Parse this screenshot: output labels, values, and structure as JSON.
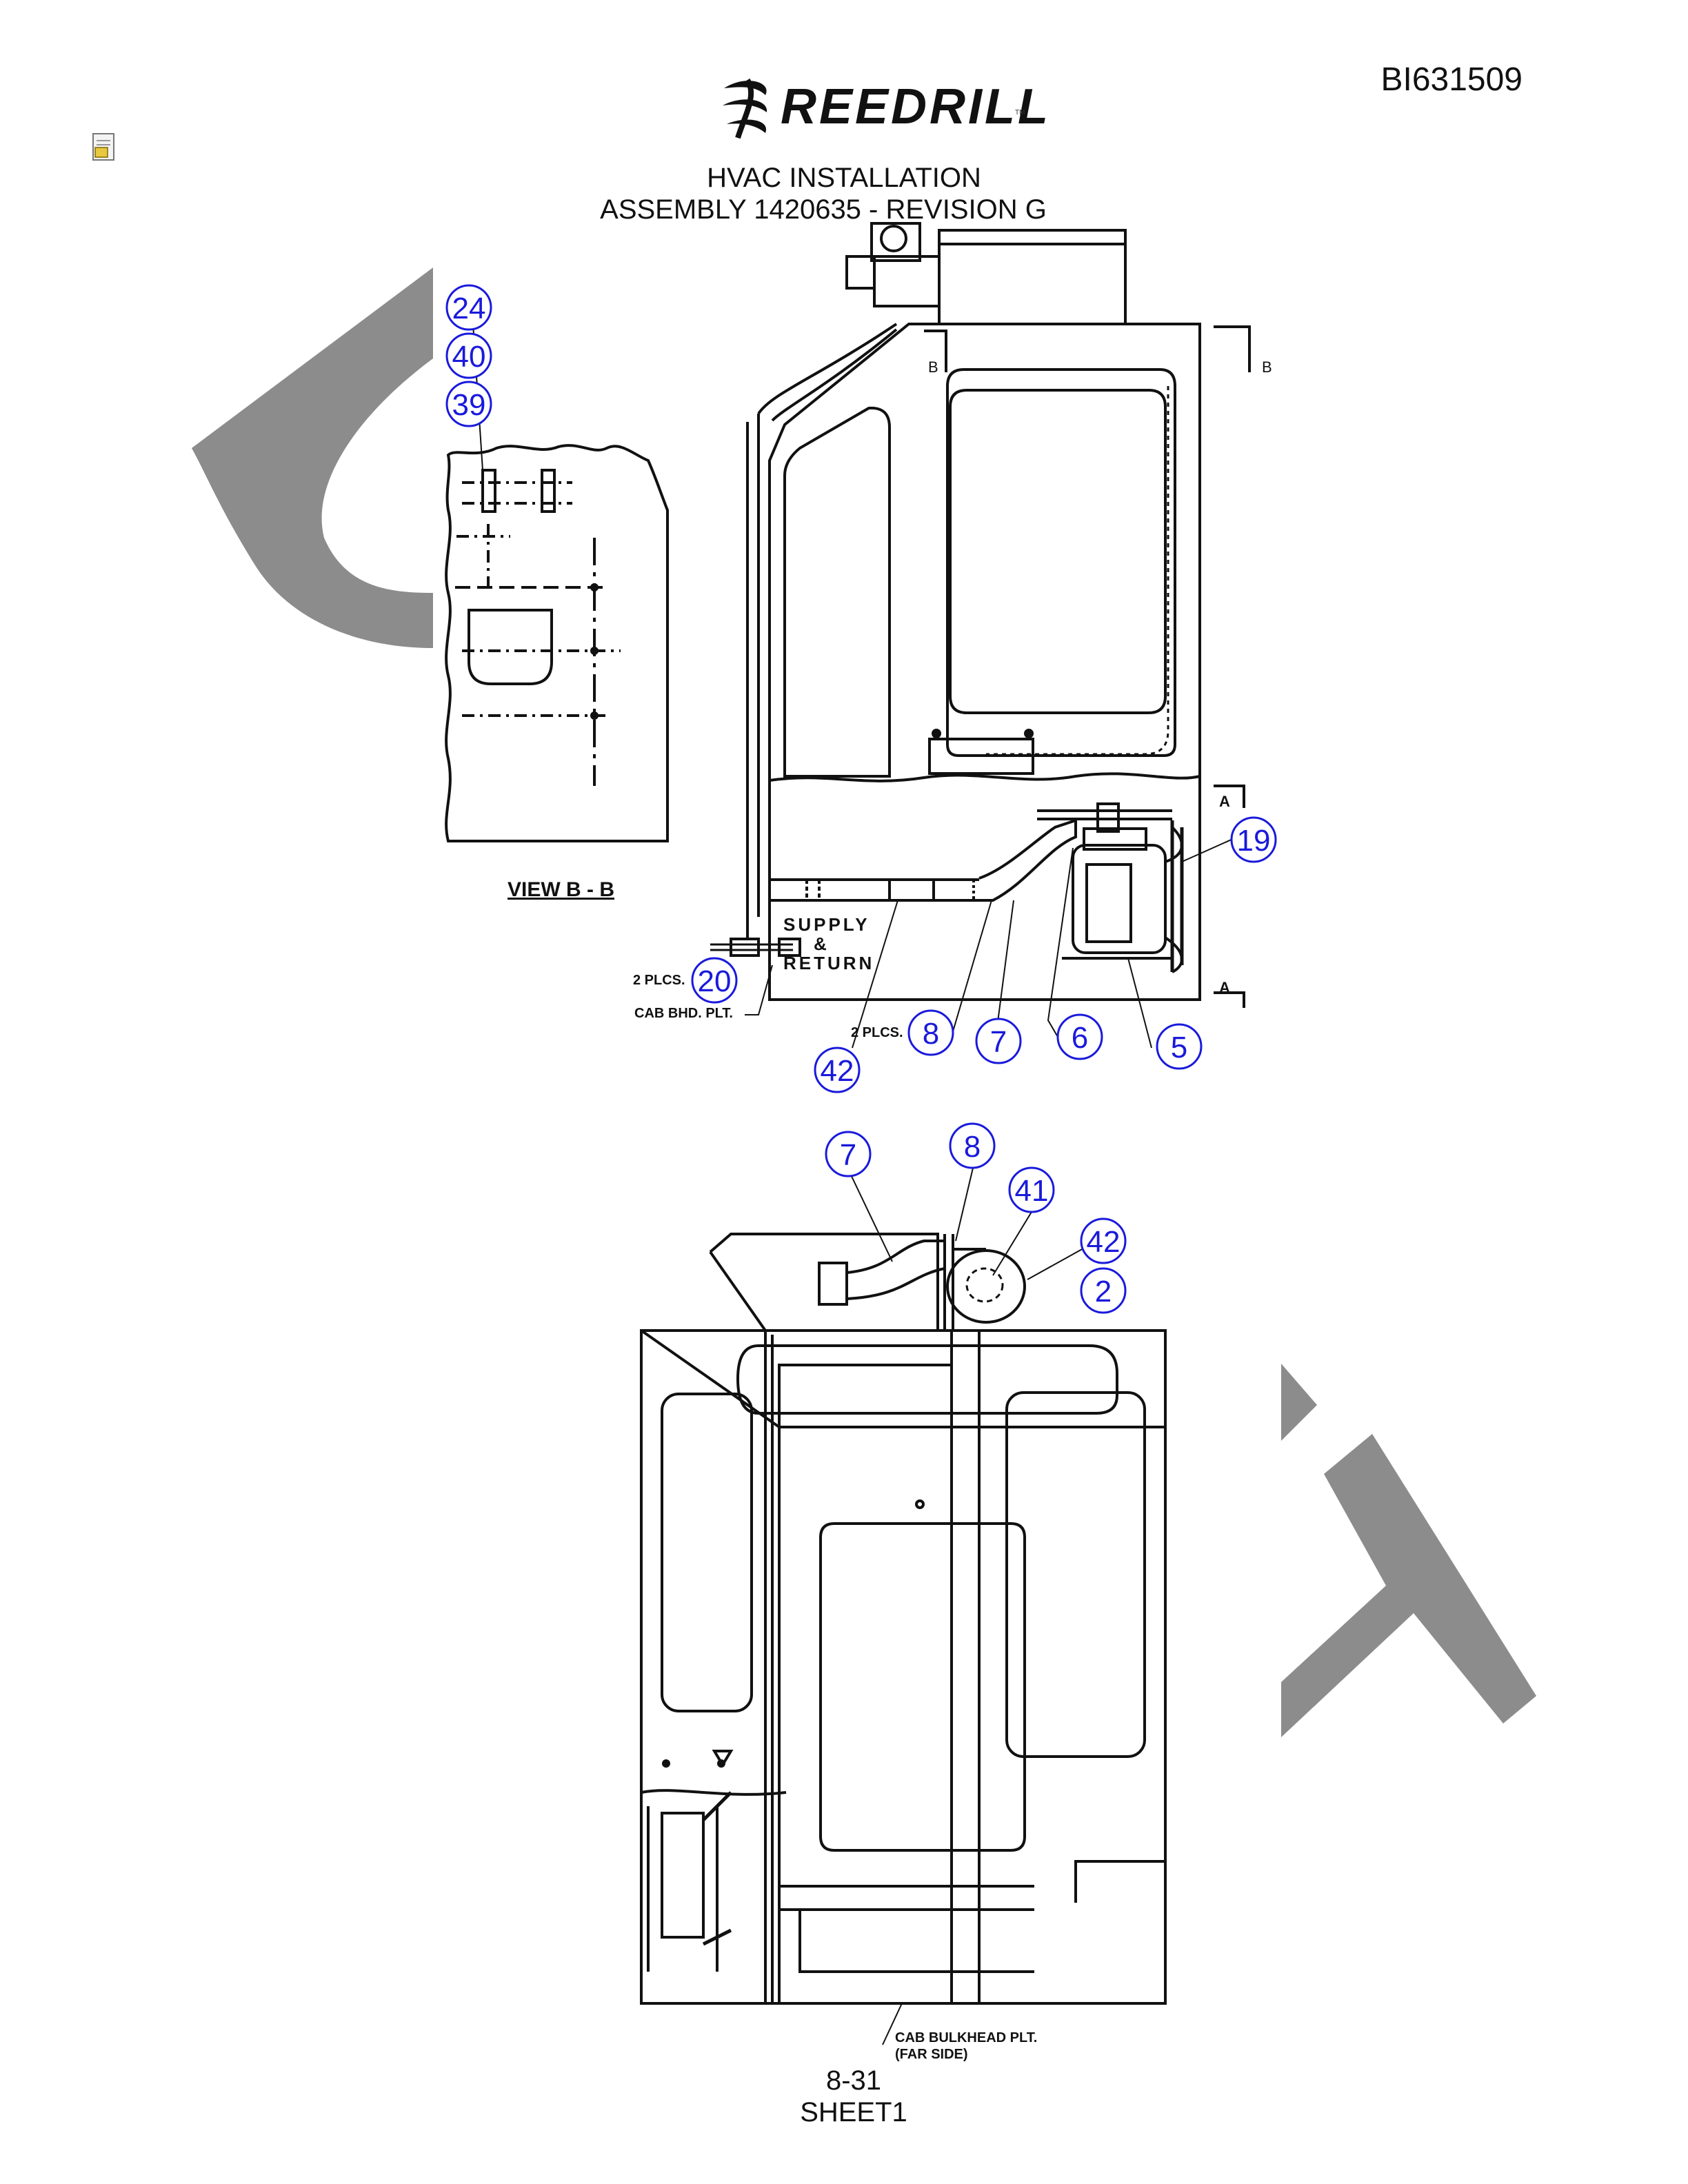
{
  "header": {
    "doc_number": "BI631509",
    "brand": "REEDRILL",
    "brand_tm": "TM",
    "title_line1": "HVAC INSTALLATION",
    "title_line2": "ASSEMBLY 1420635 - REVISION G"
  },
  "icons": {
    "doc_icon": "document-icon",
    "brand_logo": "reedrill-swirl-icon"
  },
  "drawing_labels": {
    "view_title": "VIEW B - B",
    "section_b": "B",
    "section_a": "A",
    "supply_line1": "SUPPLY",
    "supply_line2": "&",
    "supply_line3": "RETURN",
    "two_plcs_left": "2 PLCS.",
    "cab_bhd_plt": "CAB BHD. PLT.",
    "two_plcs_bottom": "2 PLCS.",
    "cab_bulkhead": "CAB BULKHEAD PLT.",
    "far_side": "(FAR SIDE)"
  },
  "callouts": {
    "c24": "24",
    "c40": "40",
    "c39": "39",
    "c19": "19",
    "c20": "20",
    "c42a": "42",
    "c8a": "8",
    "c7a": "7",
    "c6": "6",
    "c5": "5",
    "c7b": "7",
    "c8b": "8",
    "c41": "41",
    "c42b": "42",
    "c2": "2"
  },
  "footer": {
    "page": "8-31",
    "sheet": "SHEET1"
  },
  "colors": {
    "callout": "#1a1adc",
    "line": "#111111",
    "watermark": "#8c8c8c"
  }
}
